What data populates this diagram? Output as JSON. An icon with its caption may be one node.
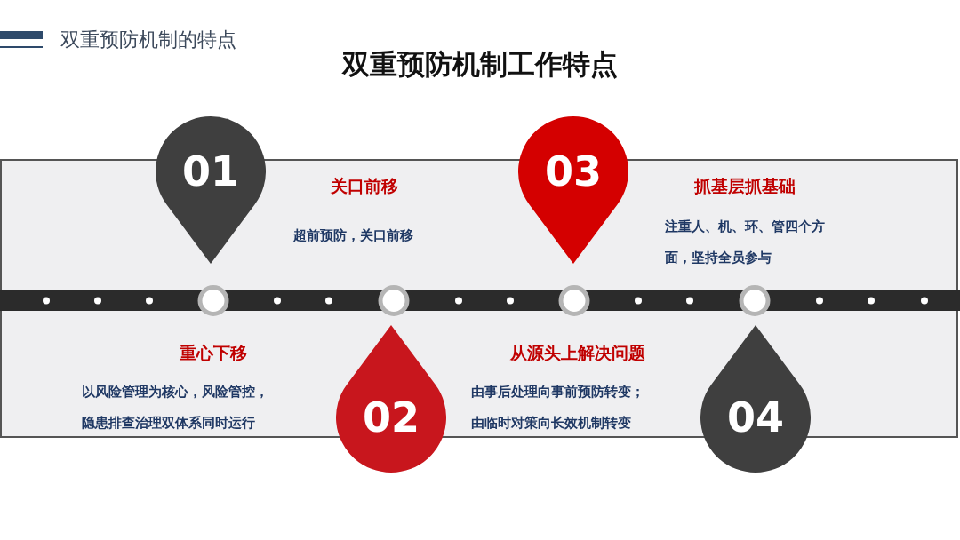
{
  "diagram": {
    "title": "双重预防机制工作特点",
    "nodes": [
      {
        "text": [
          "01"
        ],
        "beside": [
          "关口前移",
          "超前预防，关口前移"
        ]
      },
      {
        "text": [
          "02"
        ],
        "beside": [
          "重心下移",
          "以风险管理为核心，风险管控，隐患排查治理双体系同时运行"
        ]
      },
      {
        "text": [
          "03"
        ],
        "beside": [
          "抓基层抓基础",
          "注重人、机、环、管四个方面，坚持全员参与"
        ]
      },
      {
        "text": [
          "04"
        ],
        "beside": [
          "从源头上解决问题",
          "由事后处理向事前预防转变；由临时对策向长效机制转变"
        ]
      }
    ],
    "labels": [
      "双重预防机制的特点"
    ]
  }
}
